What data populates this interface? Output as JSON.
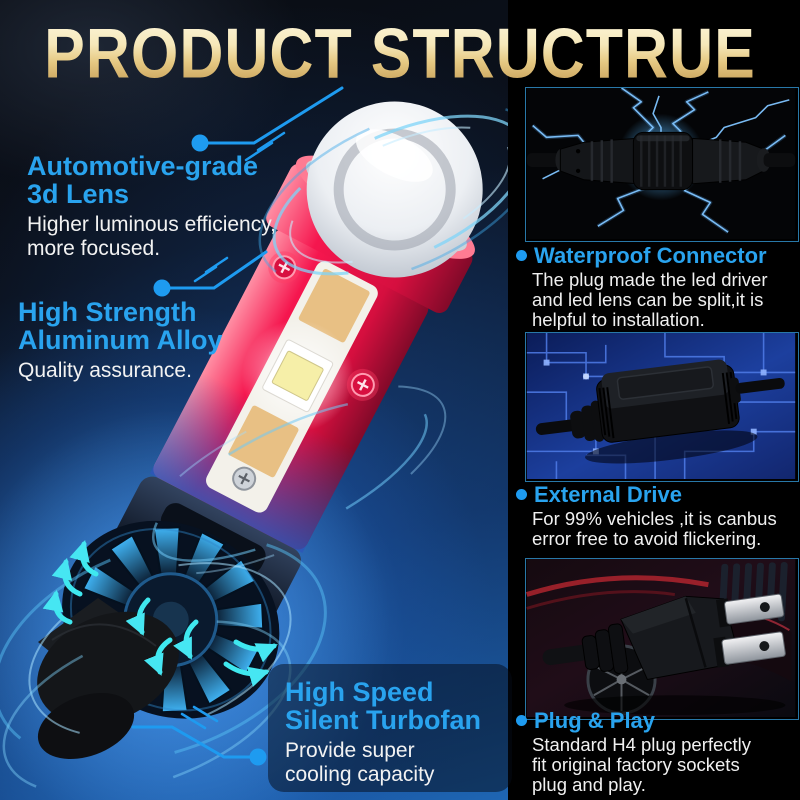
{
  "title": "PRODUCT STRUCTRUE",
  "colors": {
    "accent_blue": "#29a3ee",
    "leader_blue": "#1e9bf0",
    "gold_top": "#fdf7de",
    "gold_bottom": "#c09750",
    "body_text": "#f2f2f2",
    "background": "#000000"
  },
  "annotations": [
    {
      "heading": "Automotive-grade\n3d Lens",
      "body": "Higher luminous efficiency,\nmore focused."
    },
    {
      "heading": "High Strength\nAluminum Alloy",
      "body": "Quality assurance."
    },
    {
      "heading": "High Speed\nSilent Turbofan",
      "body": "Provide super\ncooling capacity"
    }
  ],
  "sections": [
    {
      "heading": "Waterproof Connector",
      "body": "The plug made the led driver\nand led lens can be split,it is\nhelpful to installation."
    },
    {
      "heading": "External Drive",
      "body": "For 99% vehicles ,it is canbus\nerror free to avoid flickering."
    },
    {
      "heading": "Plug & Play",
      "body": "Standard H4 plug perfectly\nfit original factory sockets\nplug and play."
    }
  ]
}
